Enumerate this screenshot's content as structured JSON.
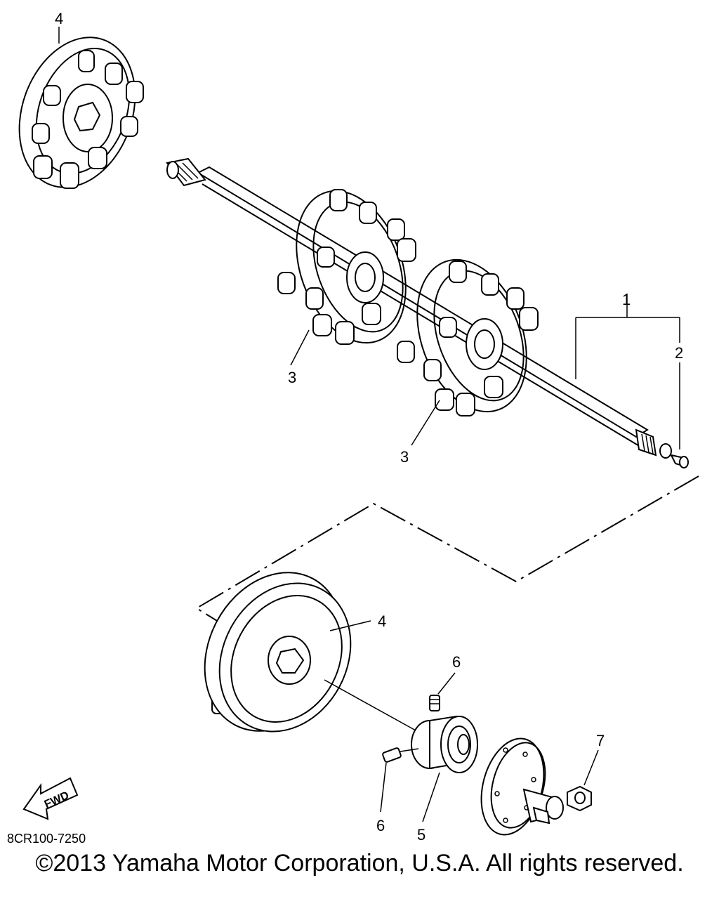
{
  "callouts": {
    "c1": "1",
    "c2": "2",
    "c3a": "3",
    "c3b": "3",
    "c4_top": "4",
    "c4_bottom": "4",
    "c5": "5",
    "c6_top": "6",
    "c6_bottom": "6",
    "c7": "7"
  },
  "fwd_label": "FWD",
  "diagram_code": "8CR100-7250",
  "copyright": "©2013 Yamaha Motor Corporation, U.S.A. All rights reserved.",
  "icons": [
    "fwd-arrow-icon"
  ]
}
